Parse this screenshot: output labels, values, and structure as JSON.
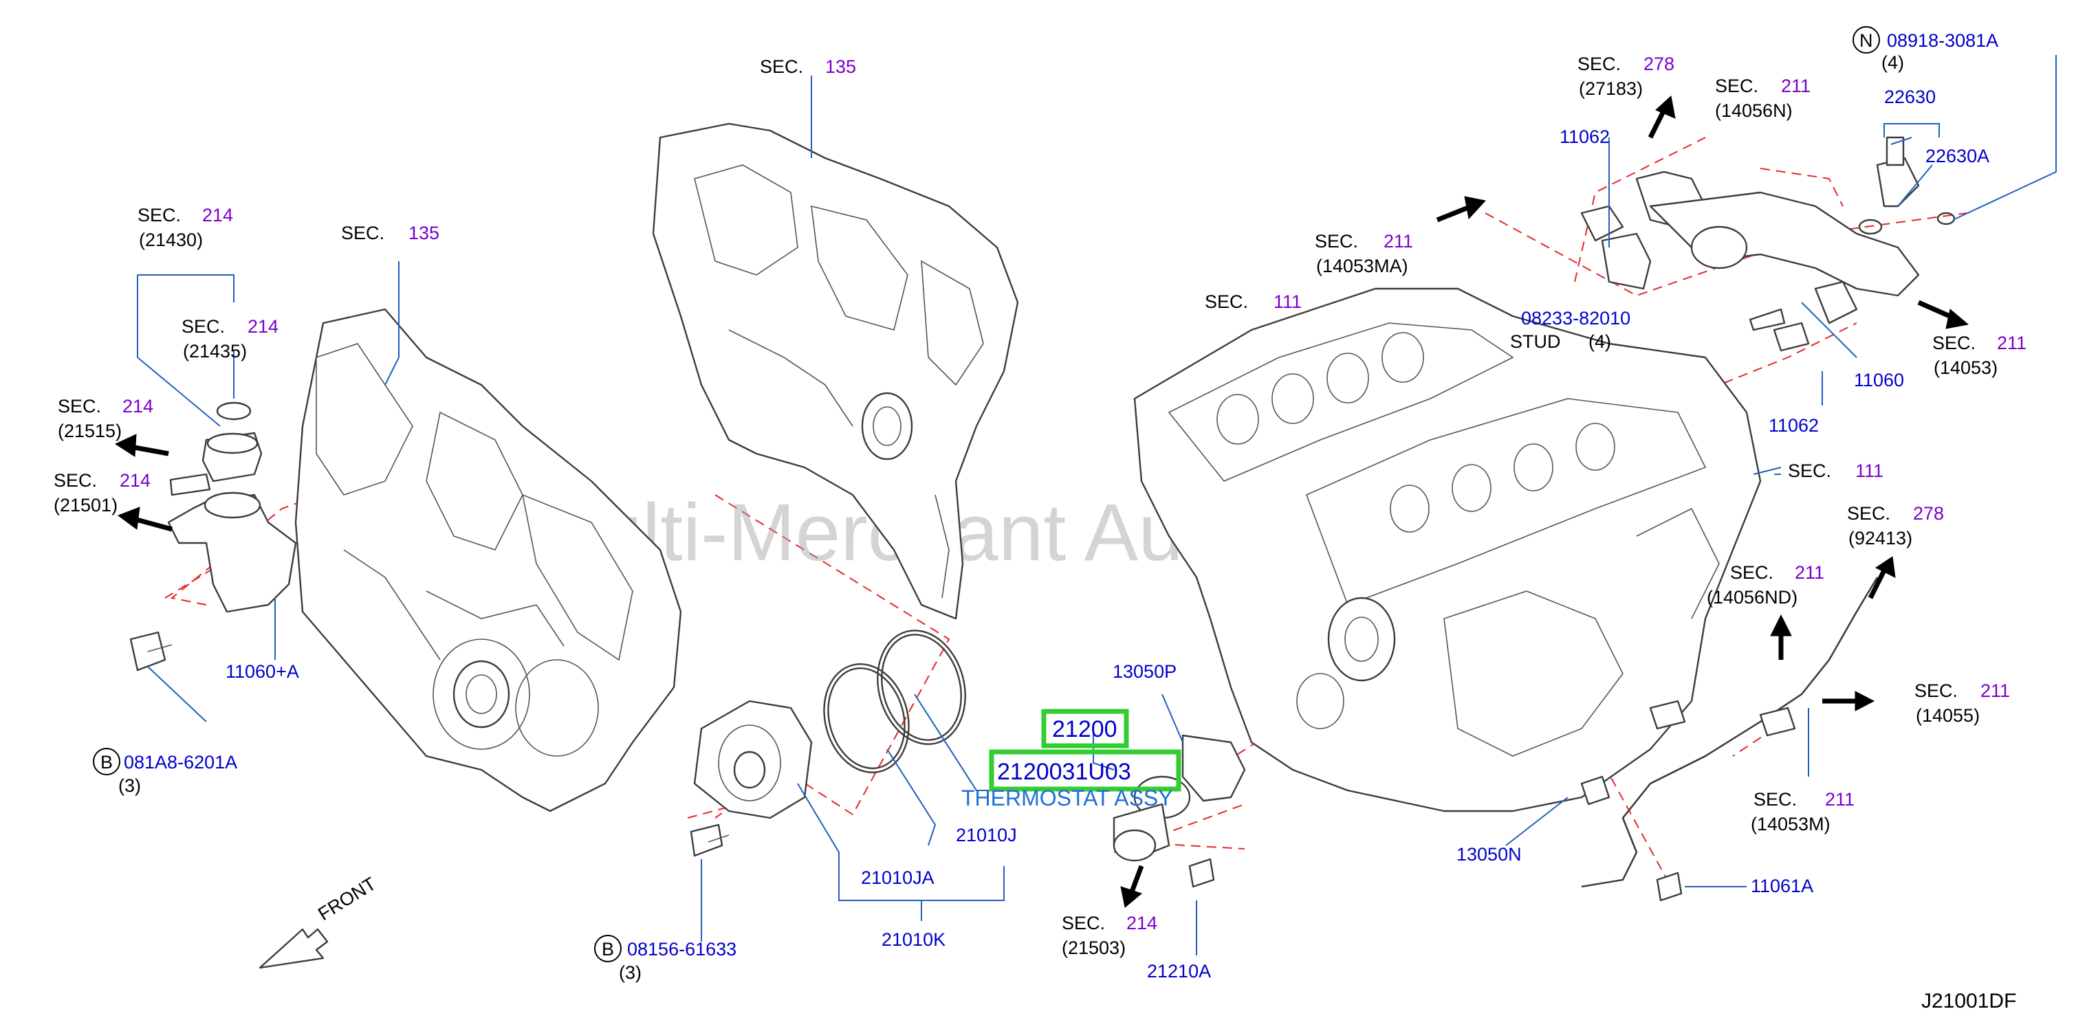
{
  "diagram": {
    "watermark": "Multi-Merchant Auto Parts, Inc.",
    "diagram_code": "J21001DF",
    "front_label": "FRONT",
    "sec_word": "SEC.",
    "sections": {
      "135a": "135",
      "135b": "135",
      "214a": "214",
      "214b": "214",
      "214c": "214",
      "214d": "214",
      "278a": "278",
      "211a": "211",
      "211b": "211",
      "111a": "111",
      "211c": "211",
      "111b": "111",
      "278b": "278",
      "211d": "211",
      "211e": "211",
      "211f": "211",
      "214e": "214"
    },
    "refs": {
      "r21430": "(21430)",
      "r21435": "(21435)",
      "r21515": "(21515)",
      "r21501": "(21501)",
      "r27183": "(27183)",
      "r14056N": "(14056N)",
      "r14053MA": "(14053MA)",
      "r14053": "(14053)",
      "r92413": "(92413)",
      "r14056ND": "(14056ND)",
      "r14055": "(14055)",
      "r14053M": "(14053M)",
      "r21503": "(21503)"
    },
    "parts": {
      "p11060A": "11060+A",
      "p081A8": "081A8-6201A",
      "qty081": "(3)",
      "p08156": "08156-61633",
      "qty08156": "(3)",
      "p21010JA": "21010JA",
      "p21010K": "21010K",
      "p21010J": "21010J",
      "p21200": "21200",
      "p2120031U03": "2120031U03",
      "thermostat": "THERMOSTAT ASSY",
      "p13050P": "13050P",
      "p21210A": "21210A",
      "p13050N": "13050N",
      "p11061A": "11061A",
      "p11062a": "11062",
      "p11062b": "11062",
      "p11060": "11060",
      "p08233": "08233-82010",
      "stud": "STUD",
      "qty08233": "(4)",
      "p08918": "08918-3081A",
      "qty08918": "(4)",
      "p22630": "22630",
      "p22630A": "22630A"
    },
    "badges": {
      "b1": "B",
      "b2": "B",
      "n1": "N"
    }
  }
}
